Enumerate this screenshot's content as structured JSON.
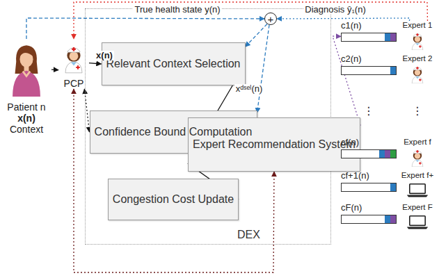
{
  "diagram": {
    "nodes": [
      {
        "text": [
          "Patient n",
          "x(n)",
          "Context"
        ]
      },
      {
        "text": [
          "PCP"
        ]
      },
      {
        "text": [
          "DEX"
        ]
      },
      {
        "text": [
          "+"
        ],
        "in": 2
      },
      {
        "text": [
          "Relevant Context Selection"
        ],
        "in": 2
      },
      {
        "text": [
          "Confidence Bound Computation"
        ],
        "in": 2
      },
      {
        "text": [
          "Congestion Cost Update"
        ],
        "in": 2
      },
      {
        "text": [
          "Expert Recommendation System"
        ],
        "in": 2
      },
      {
        "text": [
          "c1(n)"
        ]
      },
      {
        "text": [
          "Expert 1"
        ]
      },
      {
        "text": [
          "c2(n)"
        ]
      },
      {
        "text": [
          "Expert 2"
        ]
      },
      {
        "text": [
          "cf(n)"
        ]
      },
      {
        "text": [
          "Expert f"
        ]
      },
      {
        "text": [
          "cf+1(n)"
        ]
      },
      {
        "text": [
          "Expert f+"
        ]
      },
      {
        "text": [
          "cF(n)"
        ]
      },
      {
        "text": [
          "Expert F"
        ]
      }
    ],
    "edges": [
      {
        "from": 0,
        "to": 1,
        "arrow": "to"
      },
      {
        "from": 1,
        "to": 4,
        "label": "x(n)",
        "arrow": "to"
      },
      {
        "from": 1,
        "to": 5,
        "arrow": "both"
      },
      {
        "from": 4,
        "to": 7,
        "label": "xᵈˢᵉˡ(n)",
        "arrow": "to"
      },
      {
        "from": 5,
        "to": 7,
        "arrow": "to"
      },
      {
        "from": 6,
        "to": 7,
        "arrow": "to"
      },
      {
        "from": 7,
        "to": 8,
        "arrow": "to"
      },
      {
        "from": 3,
        "to": 4,
        "arrow": "to"
      },
      {
        "from": 3,
        "to": 5,
        "arrow": "to"
      },
      {
        "from": 0,
        "to": 3,
        "label": "True health state y(n)",
        "arrow": "to"
      },
      {
        "from": 9,
        "to": 3,
        "label": "Diagnosis ŷ₁(n)",
        "arrow": "to"
      },
      {
        "from": 9,
        "to": 1,
        "arrow": "to"
      },
      {
        "from": 7,
        "to": 1,
        "arrow": "both"
      }
    ],
    "labels": [
      "⋮",
      "⋮"
    ]
  }
}
